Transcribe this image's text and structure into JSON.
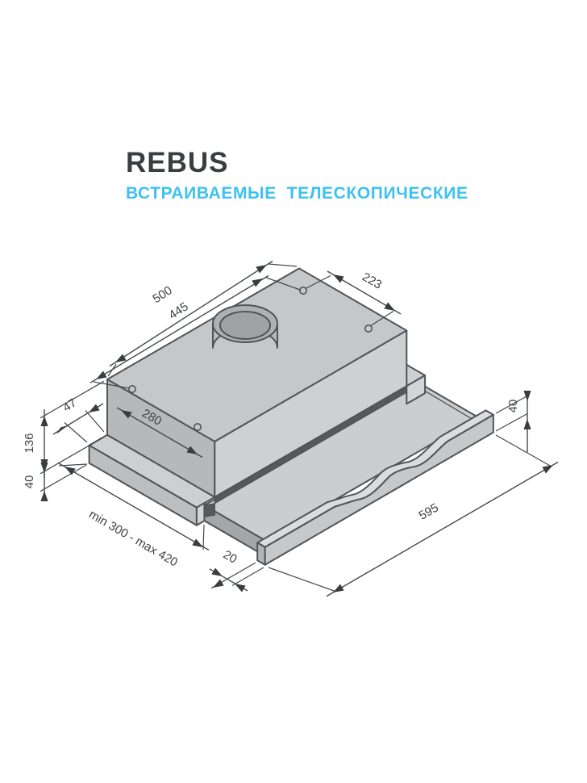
{
  "header": {
    "title": "REBUS",
    "subtitle": "ВСТРАИВАЕМЫЕ  ТЕЛЕСКОПИЧЕСКИЕ"
  },
  "diagram": {
    "type": "isometric technical drawing of built-in telescopic cooker hood",
    "dims": {
      "overall_width": "500",
      "mounting_width": "445",
      "mounting_depth": "223",
      "body_depth": "280",
      "side_ledge": "47",
      "body_height": "136",
      "chassis_height": "40",
      "cabinet_depth_range": "min 300 - max 420",
      "panel_thickness": "20",
      "panel_width": "595",
      "panel_height": "40"
    },
    "colors": {
      "accent": "#3ec1f0",
      "title_color": "#3b3e40",
      "outline": "#515457",
      "face_light": "#ced1d4",
      "face_mid": "#c5c8cb",
      "face_dark": "#b6b9bc"
    }
  }
}
